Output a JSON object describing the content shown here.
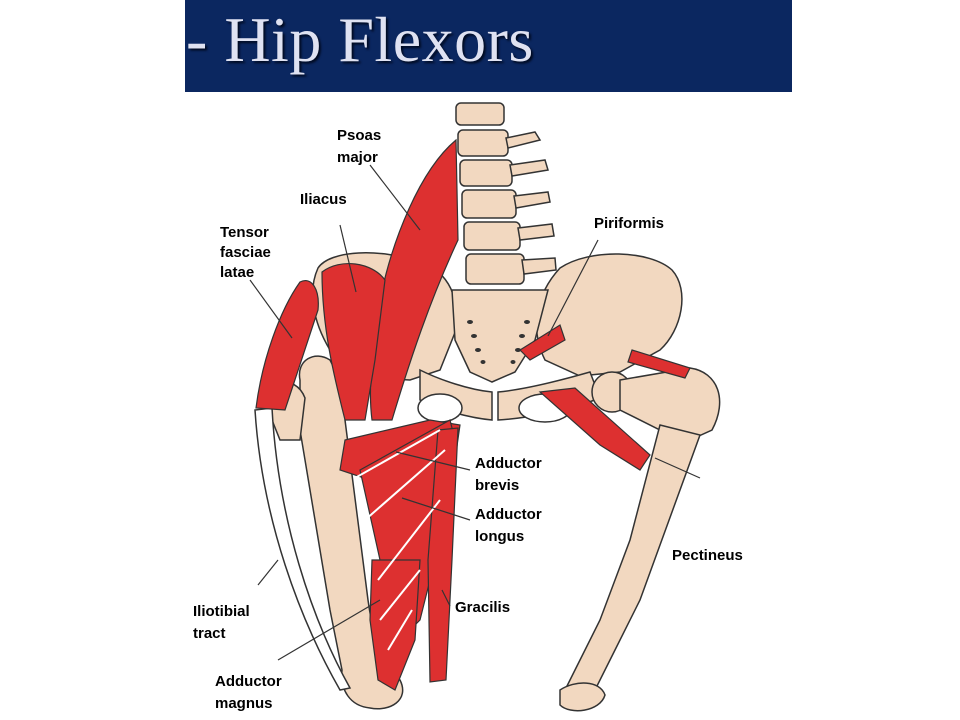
{
  "title": "- Hip Flexors",
  "colors": {
    "banner": "#0b2760",
    "title_text": "#dfe2f2",
    "bone": "#f2d8c0",
    "muscle": "#dd3030",
    "outline": "#333333"
  },
  "labels": {
    "psoas_major": [
      "Psoas",
      "major"
    ],
    "iliacus": [
      "Iliacus"
    ],
    "tensor_fasciae_latae": [
      "Tensor",
      "fasciae",
      "latae"
    ],
    "piriformis": [
      "Piriformis"
    ],
    "adductor_brevis": [
      "Adductor",
      "brevis"
    ],
    "adductor_longus": [
      "Adductor",
      "longus"
    ],
    "pectineus": [
      "Pectineus"
    ],
    "iliotibial_tract": [
      "Iliotibial",
      "tract"
    ],
    "gracilis": [
      "Gracilis"
    ],
    "adductor_magnus": [
      "Adductor",
      "magnus"
    ]
  }
}
